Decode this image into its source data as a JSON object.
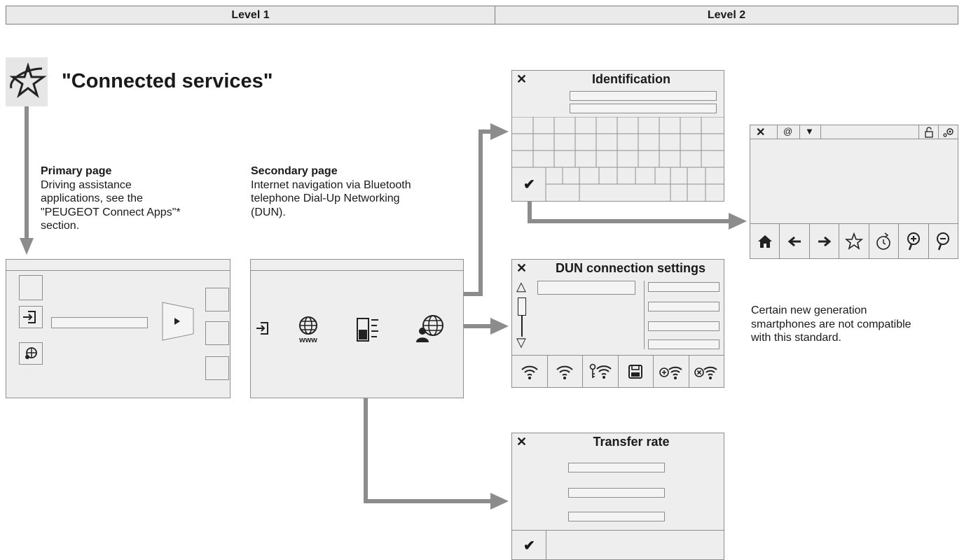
{
  "header": {
    "level1": "Level 1",
    "level2": "Level 2"
  },
  "title": "\"Connected services\"",
  "primary": {
    "heading": "Primary page",
    "lines": [
      "Driving assistance",
      "applications, see the",
      "\"PEUGEOT Connect Apps\"*",
      "section."
    ]
  },
  "secondary": {
    "heading": "Secondary page",
    "lines": [
      "Internet navigation via Bluetooth",
      "telephone Dial-Up Networking",
      "(DUN)."
    ]
  },
  "identification": {
    "title": "Identification"
  },
  "dun": {
    "title": "DUN connection settings"
  },
  "transfer": {
    "title": "Transfer rate"
  },
  "note": {
    "lines": [
      "Certain new generation",
      "smartphones are not compatible",
      "with this standard."
    ]
  },
  "colors": {
    "panel": "#eeeeee",
    "border": "#8f8f8f",
    "arrow": "#8c8c8c",
    "header": "#eaeaea"
  },
  "icons": [
    "star-orbit-icon",
    "close-icon",
    "check-icon",
    "exit-icon",
    "www-globe-icon",
    "signal-level-icon",
    "globe-user-icon",
    "play-icon",
    "wifi-icon",
    "wifi-key-icon",
    "save-icon",
    "wifi-add-icon",
    "wifi-remove-icon",
    "home-icon",
    "back-arrow-icon",
    "forward-arrow-icon",
    "favorite-star-icon",
    "history-icon",
    "zoom-in-icon",
    "zoom-out-icon",
    "lock-icon",
    "settings-icon",
    "dropdown-icon",
    "scroll-up-icon",
    "scroll-down-icon"
  ]
}
